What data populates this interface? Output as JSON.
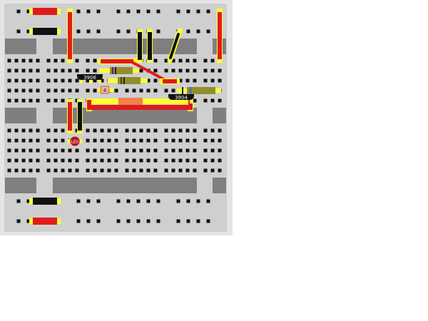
{
  "colors": {
    "background": "#ffffff",
    "board_outer": "#e4e4e4",
    "board": "#cfcfcf",
    "channel": "#7f7f7f",
    "hole": "#111111",
    "wire_red": "#e01b1b",
    "wire_black": "#111111",
    "lead_yellow": "#ffff33",
    "resistor_body": "#8f8f2e",
    "resistor_orange": "#f08050",
    "led": "#b01818"
  },
  "components": {
    "transistor_1": {
      "label": "3906"
    },
    "transistor_2": {
      "label": "3904"
    },
    "diode": {
      "label": "4"
    },
    "led": {
      "label": "LED"
    }
  }
}
